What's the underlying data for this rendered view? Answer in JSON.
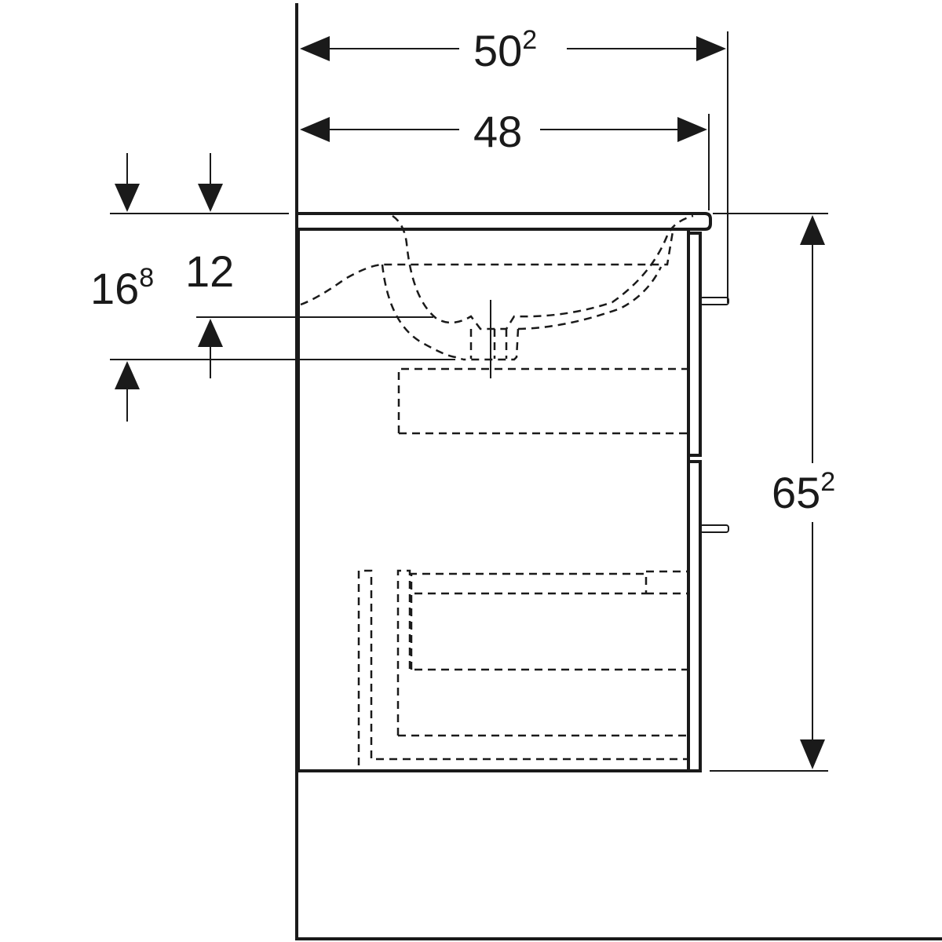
{
  "drawing": {
    "units_note": "",
    "dimensions": {
      "overall_width": {
        "main": "50",
        "sup": "2"
      },
      "cabinet_width": {
        "main": "48"
      },
      "height": {
        "main": "65",
        "sup": "2"
      },
      "drain_height_outer": {
        "main": "16",
        "sup": "8"
      },
      "drain_height_inner": {
        "main": "12"
      }
    },
    "line_color": "#1a1a1a",
    "background": "#ffffff"
  }
}
